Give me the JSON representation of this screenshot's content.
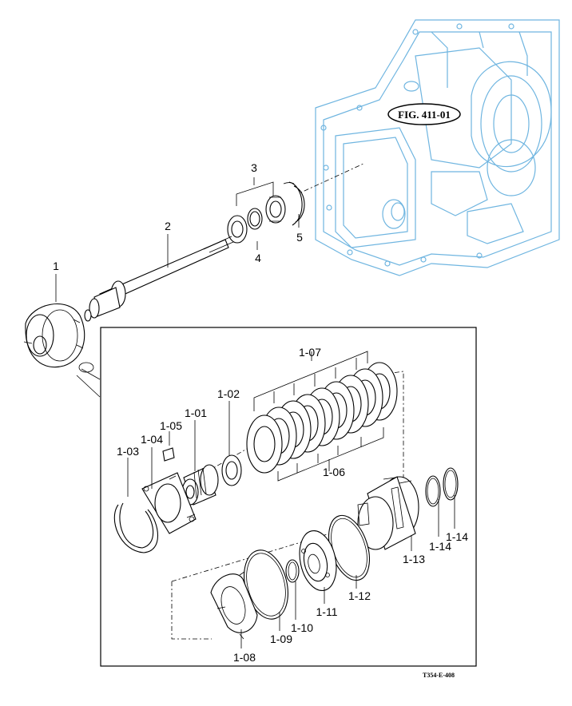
{
  "figure_reference": "FIG. 411-01",
  "drawing_code": "T354-E-408",
  "callouts": {
    "c1": "1",
    "c2": "2",
    "c3": "3",
    "c4": "4",
    "c5": "5",
    "c101": "1-01",
    "c102": "1-02",
    "c103": "1-03",
    "c104": "1-04",
    "c105": "1-05",
    "c106": "1-06",
    "c107": "1-07",
    "c108": "1-08",
    "c109": "1-09",
    "c110": "1-10",
    "c111": "1-11",
    "c112": "1-12",
    "c113": "1-13",
    "c114a": "1-14",
    "c114b": "1-14"
  },
  "colors": {
    "background_housing": "#6fb5e0",
    "line": "#000000"
  }
}
